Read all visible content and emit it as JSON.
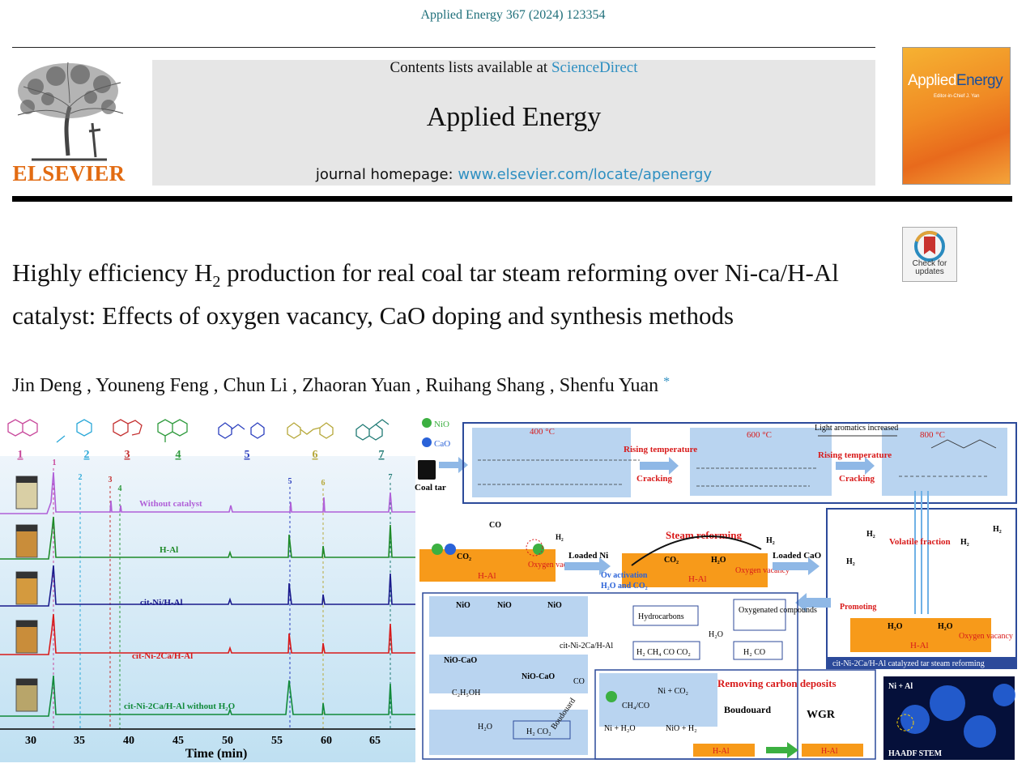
{
  "citation": "Applied Energy 367 (2024) 123354",
  "publisher": {
    "name": "ELSEVIER"
  },
  "header": {
    "contents_prefix": "Contents lists available at",
    "contents_link": "ScienceDirect",
    "journal_name": "Applied Energy",
    "homepage_prefix": "journal homepage:",
    "homepage_link": "www.elsevier.com/locate/apenergy"
  },
  "cover": {
    "title_a": "Applied",
    "title_b": "Energy",
    "subtitle": "Editor-in-Chief J. Yan"
  },
  "check_updates": {
    "line1": "Check for",
    "line2": "updates"
  },
  "article": {
    "title_part1": "Highly efficiency H",
    "title_sub": "2",
    "title_part2": " production for real coal tar steam reforming over Ni-ca/H-Al catalyst: Effects of oxygen vacancy, CaO doping and synthesis methods",
    "authors": "Jin Deng , Youneng Feng , Chun Li , Zhaoran Yuan , Ruihang Shang , Shenfu Yuan",
    "corresponding_mark": "*"
  },
  "figure": {
    "molecule_numbers": [
      "1",
      "2",
      "3",
      "4",
      "5",
      "6",
      "7"
    ],
    "peak_labels": [
      "1",
      "2",
      "3",
      "4",
      "5",
      "6",
      "7"
    ],
    "traces": [
      "Without catalyst",
      "H-Al",
      "cit-Ni/H-Al",
      "cit-Ni-2Ca/H-Al",
      "cit-Ni-2Ca/H-Al without H₂O"
    ],
    "x_ticks": [
      "30",
      "35",
      "40",
      "45",
      "50",
      "55",
      "60",
      "65"
    ],
    "x_label": "Time (min)",
    "legend_nio": "NiO",
    "legend_cao": "CaO",
    "coal_tar": "Coal tar",
    "t400": "400 °C",
    "t600": "600 °C",
    "t800": "800 °C",
    "light_aromatics": "Light aromatics increased",
    "rising_temperature": "Rising temperature",
    "cracking": "Cracking",
    "loaded_ni": "Loaded Ni",
    "loaded_cao": "Loaded CaO",
    "steam_reforming": "Steam reforming",
    "oxygen_vacancy": "Oxygen vacancy",
    "ov_activation": "Ov activation",
    "h2o_co2": "H₂O and CO₂",
    "h_al": "H-Al",
    "volatile_fraction": "Volatile fraction",
    "promoting": "Promoting",
    "catalyzed_caption": "cit-Ni-2Ca/H-Al catalyzed tar steam reforming",
    "hydrocarbons": "Hydrocarbons",
    "oxygenated": "Oxygenated compounds",
    "products1": "H₂ CH₄ CO CO₂",
    "products2": "H₂  CO",
    "cit_label": "cit-Ni-2Ca/H-Al",
    "c2h5oh": "C₂H₅OH",
    "h2_co2_box": "H₂  CO₂",
    "boudouard": "Boudouard",
    "removing_carbon": "Removing carbon deposits",
    "wgr": "WGR",
    "rxn1a": "CH₄/CO",
    "rxn1b": "Ni +  CO₂",
    "rxn2a": "Ni + H₂O",
    "rxn2b": "NiO +  H₂",
    "ni_al": "Ni + Al",
    "haadf": "HAADF STEM",
    "nio": "NiO",
    "nio_cao": "NiO-CaO",
    "co": "CO",
    "co2": "CO₂",
    "h2": "H₂",
    "h2o": "H₂O",
    "c": "C",
    "oh": "OH"
  }
}
